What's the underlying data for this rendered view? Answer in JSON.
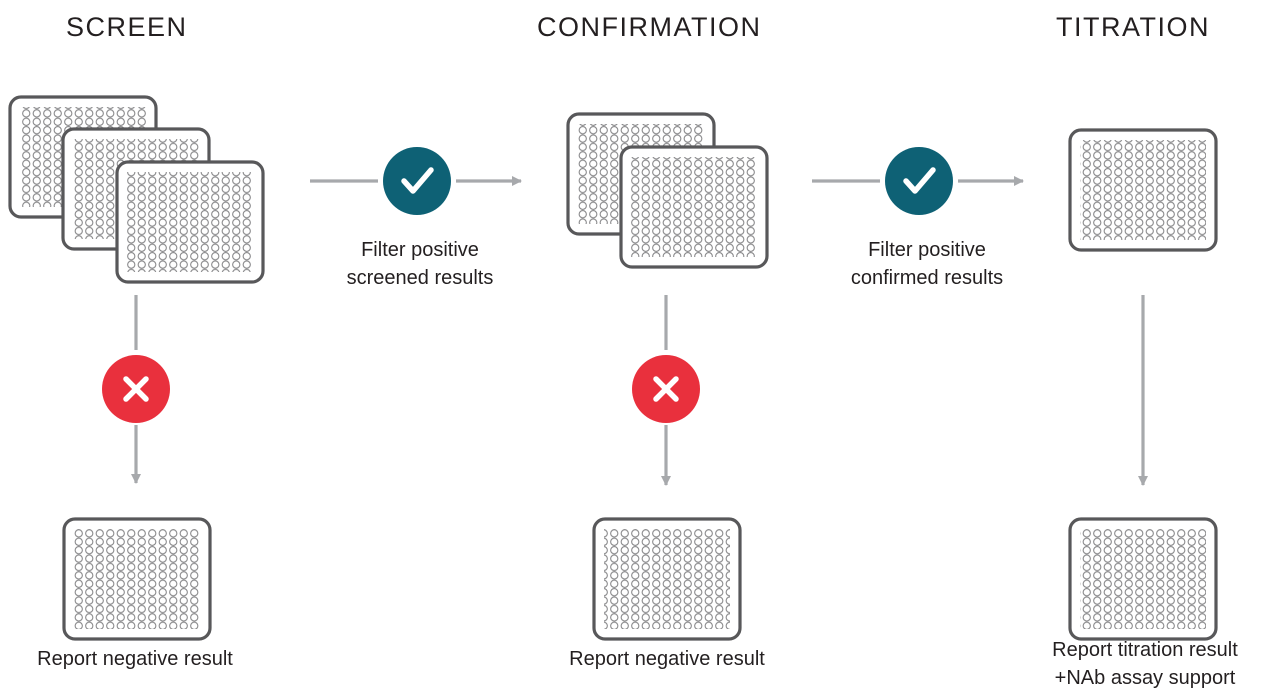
{
  "stages": {
    "screen": "SCREEN",
    "confirmation": "CONFIRMATION",
    "titration": "TITRATION"
  },
  "filters": {
    "screened": [
      "Filter positive",
      "screened results"
    ],
    "confirmed": [
      "Filter positive",
      "confirmed results"
    ]
  },
  "reports": {
    "screen_negative": "Report negative result",
    "confirmation_negative": "Report negative result",
    "titration": [
      "Report titration result",
      "+NAb assay support"
    ]
  },
  "colors": {
    "text": "#231f20",
    "plate_border": "#58585a",
    "well_border": "#8a8a8c",
    "arrow": "#a7a9ac",
    "check_circle": "#0e6175",
    "x_circle": "#e9303d"
  },
  "icons": {
    "pass": "check-icon",
    "fail": "x-icon"
  }
}
